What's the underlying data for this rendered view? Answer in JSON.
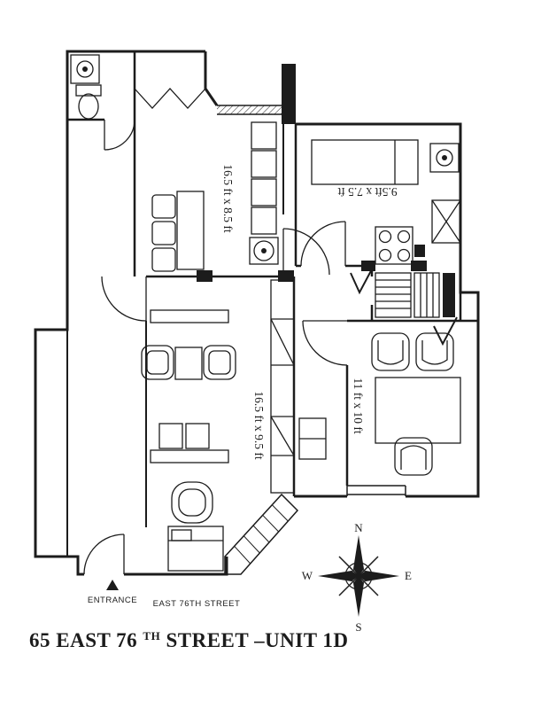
{
  "page": {
    "background": "#ffffff",
    "ink": "#1c1c1c"
  },
  "floorplan": {
    "rooms": [
      {
        "id": "dining-room",
        "dimensions": "16.5 ft x 8.5 ft"
      },
      {
        "id": "bedroom",
        "dimensions": "9.5ft x 7.5 ft"
      },
      {
        "id": "living-room",
        "dimensions": "16.5 ft x 9.5 ft"
      },
      {
        "id": "den",
        "dimensions": "11 ft x 10 ft"
      }
    ],
    "entrance_label": "ENTRANCE",
    "street_label": "EAST 76TH STREET",
    "compass": {
      "north": "N",
      "east": "E",
      "south": "S",
      "west": "W"
    }
  },
  "title": {
    "prefix": "65 EAST 76",
    "superscript": "TH",
    "suffix": " STREET –UNIT 1D",
    "full": "65 EAST 76TH STREET –UNIT 1D"
  }
}
